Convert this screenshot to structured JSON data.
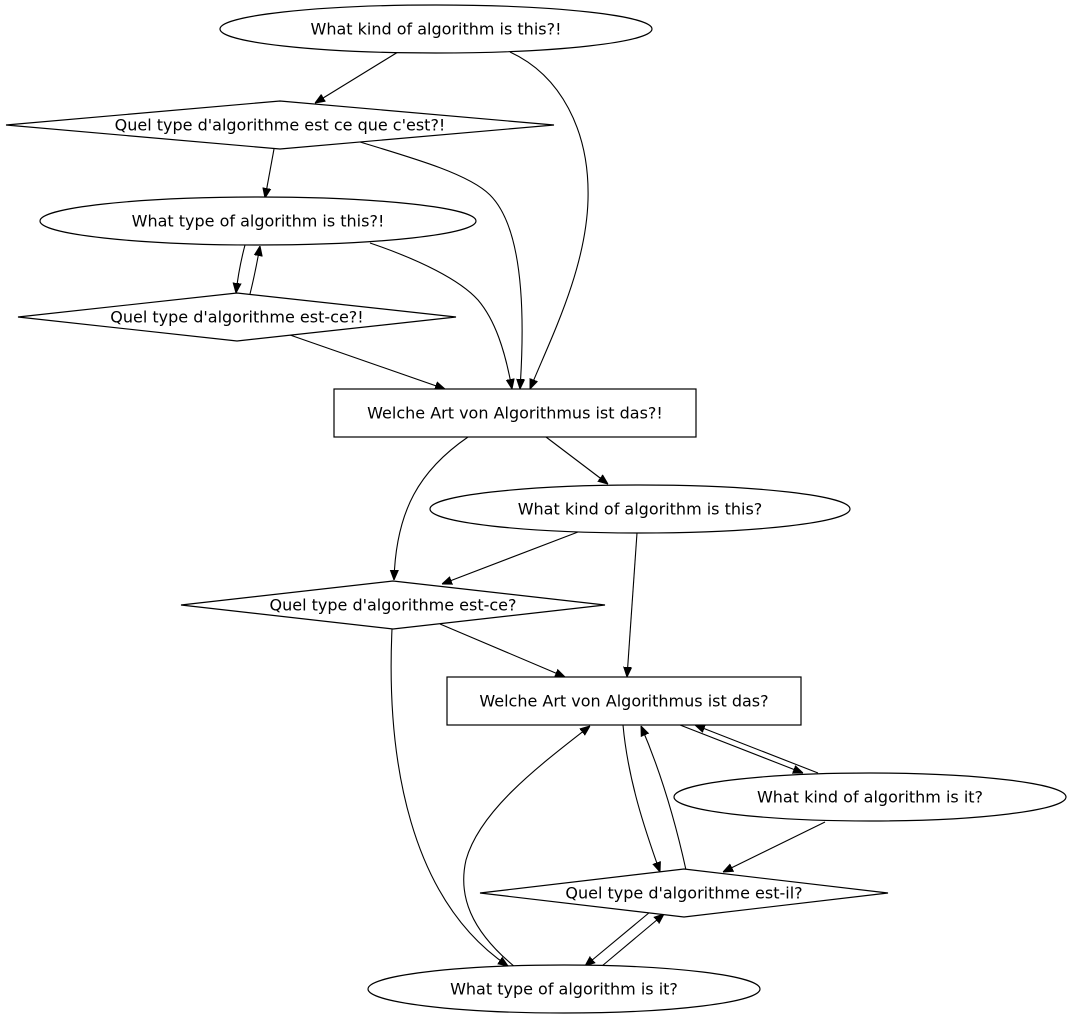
{
  "nodes": {
    "n1": {
      "label": "What kind of algorithm is this?!",
      "shape": "ellipse"
    },
    "n2": {
      "label": "Quel type d'algorithme est ce que c'est?!",
      "shape": "diamond"
    },
    "n3": {
      "label": "What type of algorithm is this?!",
      "shape": "ellipse"
    },
    "n4": {
      "label": "Quel type d'algorithme est-ce?!",
      "shape": "diamond"
    },
    "n5": {
      "label": "Welche Art von Algorithmus ist das?!",
      "shape": "box"
    },
    "n6": {
      "label": "What kind of algorithm is this?",
      "shape": "ellipse"
    },
    "n7": {
      "label": "Quel type d'algorithme est-ce?",
      "shape": "diamond"
    },
    "n8": {
      "label": "Welche Art von Algorithmus ist das?",
      "shape": "box"
    },
    "n9": {
      "label": "What kind of algorithm is it?",
      "shape": "ellipse"
    },
    "n10": {
      "label": "Quel type d'algorithme est-il?",
      "shape": "diamond"
    },
    "n11": {
      "label": "What type of algorithm is it?",
      "shape": "ellipse"
    }
  },
  "edges": [
    {
      "from": "n1",
      "to": "n2"
    },
    {
      "from": "n1",
      "to": "n5"
    },
    {
      "from": "n2",
      "to": "n3"
    },
    {
      "from": "n2",
      "to": "n5"
    },
    {
      "from": "n3",
      "to": "n4"
    },
    {
      "from": "n4",
      "to": "n3"
    },
    {
      "from": "n3",
      "to": "n5"
    },
    {
      "from": "n4",
      "to": "n5"
    },
    {
      "from": "n5",
      "to": "n7"
    },
    {
      "from": "n5",
      "to": "n6"
    },
    {
      "from": "n6",
      "to": "n7"
    },
    {
      "from": "n6",
      "to": "n8"
    },
    {
      "from": "n7",
      "to": "n8"
    },
    {
      "from": "n7",
      "to": "n11"
    },
    {
      "from": "n8",
      "to": "n9"
    },
    {
      "from": "n9",
      "to": "n8"
    },
    {
      "from": "n8",
      "to": "n10"
    },
    {
      "from": "n10",
      "to": "n8"
    },
    {
      "from": "n9",
      "to": "n10"
    },
    {
      "from": "n10",
      "to": "n11"
    },
    {
      "from": "n11",
      "to": "n10"
    },
    {
      "from": "n11",
      "to": "n8"
    }
  ]
}
